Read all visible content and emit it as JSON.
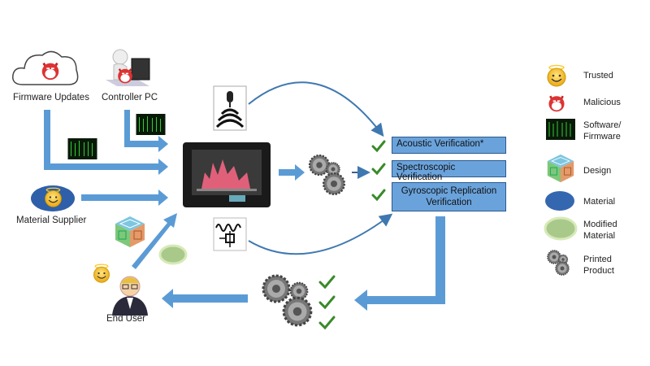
{
  "sources": {
    "firmware_updates": "Firmware Updates",
    "controller_pc": "Controller PC",
    "material_supplier": "Material Supplier",
    "end_user": "End User"
  },
  "verifications": [
    {
      "label": "Acoustic Verification*"
    },
    {
      "label": "Spectroscopic Verification"
    },
    {
      "label": "Gyroscopic Replication Verification"
    }
  ],
  "legend": [
    {
      "label": "Trusted",
      "icon": "angel-smiley-icon"
    },
    {
      "label": "Malicious",
      "icon": "devil-icon"
    },
    {
      "label": "Software/ Firmware",
      "icon": "code-screen-icon"
    },
    {
      "label": "Design",
      "icon": "design-cube-icon"
    },
    {
      "label": "Material",
      "icon": "blue-material-icon"
    },
    {
      "label": "Modified Material",
      "icon": "green-material-icon"
    },
    {
      "label": "Printed Product",
      "icon": "gears-icon"
    }
  ],
  "colors": {
    "arrow": "#5b9bd5",
    "box": "#6aa3dc",
    "box_border": "#2c5a8c",
    "check": "#3a8a2a",
    "curve": "#3f78b0"
  }
}
